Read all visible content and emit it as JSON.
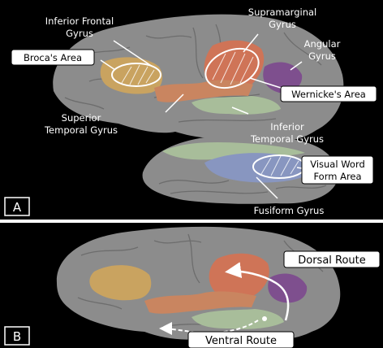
{
  "panel_a": {
    "letter": "A",
    "labels": {
      "inferior_frontal_1": "Inferior Frontal",
      "inferior_frontal_2": "Gyrus",
      "supramarginal_1": "Supramarginal",
      "supramarginal_2": "Gyrus",
      "angular_1": "Angular",
      "angular_2": "Gyrus",
      "brocas_area": "Broca's Area",
      "wernickes_area": "Wernicke's Area",
      "superior_temporal_1": "Superior",
      "superior_temporal_2": "Temporal Gyrus",
      "inferior_temporal_1": "Inferior",
      "inferior_temporal_2": "Temporal Gyrus",
      "vwfa_1": "Visual Word",
      "vwfa_2": "Form Area",
      "fusiform": "Fusiform Gyrus"
    }
  },
  "panel_b": {
    "letter": "B",
    "labels": {
      "dorsal_route": "Dorsal Route",
      "ventral_route": "Ventral Route"
    }
  },
  "colors": {
    "background": "#000000",
    "brain": "#8c8c8c",
    "inferior_frontal": "#c9a360",
    "supramarginal": "#cf7457",
    "angular": "#7e4f8e",
    "superior_temporal": "#c98560",
    "inferior_temporal": "#a8bd9a",
    "fusiform": "#8896c0"
  }
}
